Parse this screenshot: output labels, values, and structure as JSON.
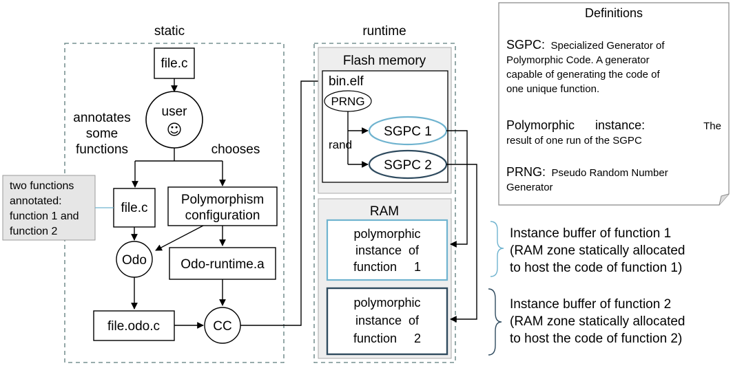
{
  "sections": {
    "static_label": "static",
    "runtime_label": "runtime"
  },
  "static": {
    "file_top": "file.c",
    "user": "user",
    "smiley": "☺",
    "annotates_label": [
      "annotates",
      "some",
      "functions"
    ],
    "chooses_label": "chooses",
    "file_annotated": "file.c",
    "polymorphism_config": [
      "Polymorphism",
      "configuration"
    ],
    "odo": "Odo",
    "odo_runtime": "Odo-runtime.a",
    "file_odo": "file.odo.c",
    "cc": "CC"
  },
  "note": {
    "lines": [
      "two functions",
      "annotated:",
      "function 1 and",
      "function 2"
    ]
  },
  "runtime": {
    "flash_title": "Flash memory",
    "bin_elf": "bin.elf",
    "prng": "PRNG",
    "rand": "rand",
    "sgpc1": "SGPC 1",
    "sgpc2": "SGPC 2",
    "ram_title": "RAM",
    "instance1": [
      "polymorphic",
      "instance  of",
      "function     1"
    ],
    "instance2": [
      "polymorphic",
      "instance  of",
      "function     2"
    ]
  },
  "definitions": {
    "title": "Definitions",
    "sgpc": {
      "term": "SGPC:",
      "lines": [
        "Specialized Generator of",
        "Polymorphic Code. A generator",
        "capable of generating the code of",
        "one unique function."
      ]
    },
    "poly": {
      "term": "Polymorphic      instance:",
      "tail": "The",
      "lines": [
        "result of one run of the SGPC"
      ]
    },
    "prng": {
      "term": "PRNG:",
      "lines": [
        "Pseudo Random Number",
        "Generator"
      ]
    }
  },
  "buffers": {
    "buffer1": [
      "Instance buffer of function 1",
      "(RAM zone statically allocated",
      "to host the code of function 1)"
    ],
    "buffer2": [
      "Instance buffer of function 2",
      "(RAM zone statically allocated",
      "to host the code of function 2)"
    ]
  },
  "colors": {
    "dashed_border": "#5a7a7a",
    "region_fill": "#eeeeee",
    "sgpc1_border": "#6fb3cf",
    "sgpc2_border": "#2e4a5e",
    "instance1_border": "#6fb3cf",
    "instance2_border": "#2e4a5e",
    "note_fill": "#e6e6e6",
    "brace1": "#6fb3cf",
    "brace2": "#2e4a5e"
  }
}
